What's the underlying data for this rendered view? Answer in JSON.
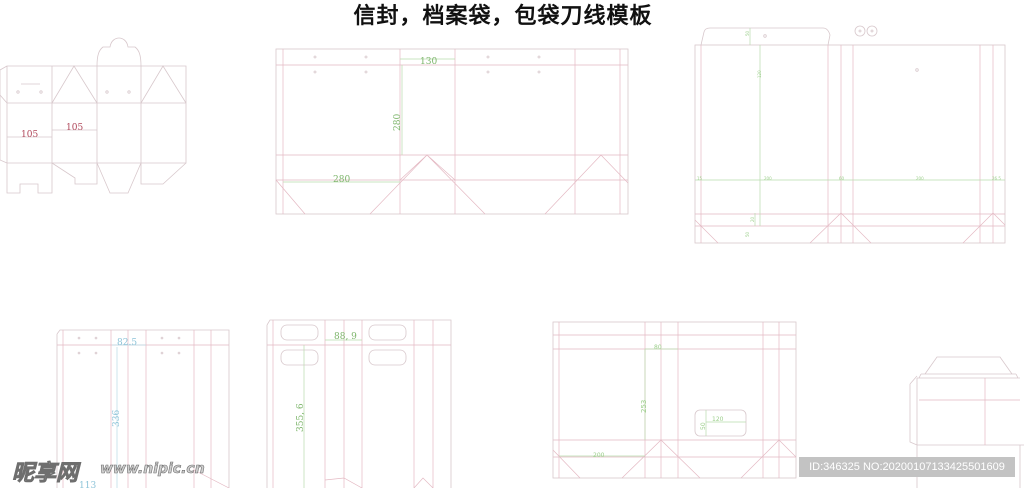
{
  "title": "信封，档案袋，包袋刀线模板",
  "watermark": {
    "logo": "昵享网",
    "url": "www.nipic.cn"
  },
  "id_banner": "ID:346325 NO:20200107133425501609",
  "colors": {
    "cut_line": "#d8c8cc",
    "fold_line": "#e4b9c3",
    "dimension_green": "#7cb56a",
    "dimension_red": "#b0475a",
    "dimension_blue": "#8cc3d8"
  },
  "templates": {
    "box": {
      "dims": [
        "105",
        "105"
      ]
    },
    "bag_wide": {
      "dims": [
        "130",
        "280",
        "280"
      ]
    },
    "envelope_folder": {
      "dims": [
        "50",
        "120",
        "15",
        "200",
        "60",
        "200",
        "26.5",
        "20",
        "50"
      ]
    },
    "bag_tall": {
      "dims": [
        "82.5",
        "336",
        "113"
      ]
    },
    "bag_handle": {
      "dims": [
        "88, 9",
        "355, 6"
      ]
    },
    "bag_window": {
      "dims": [
        "80",
        "253",
        "120",
        "50",
        "200"
      ]
    }
  }
}
